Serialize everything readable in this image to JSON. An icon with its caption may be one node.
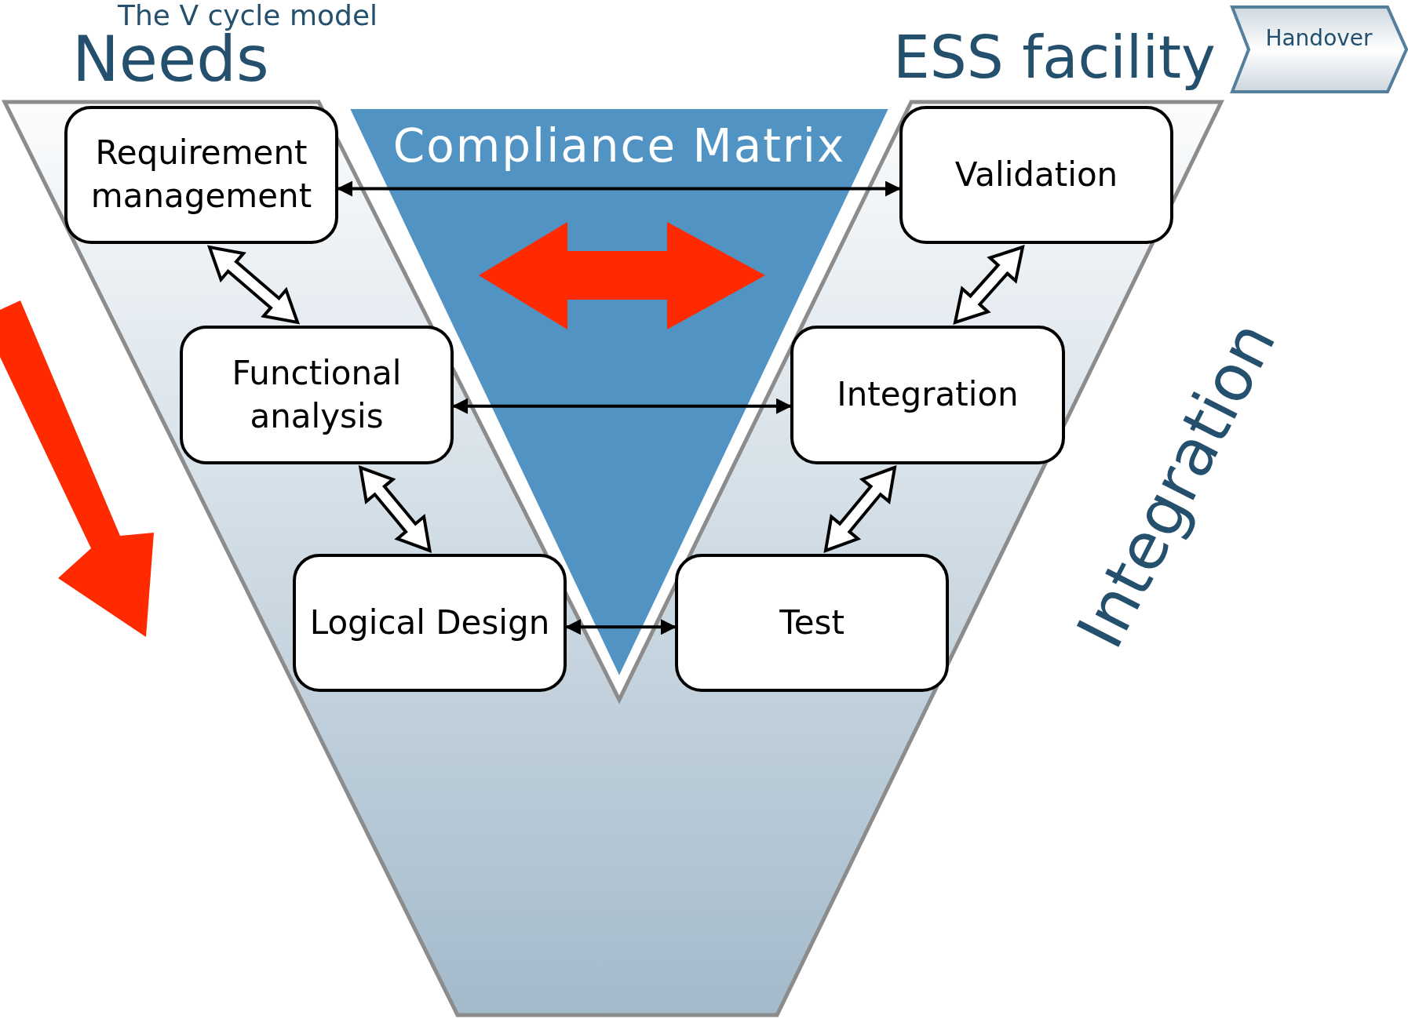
{
  "diagram": {
    "title": "The V cycle model",
    "nodes": [
      {
        "text": [
          "Requirement management"
        ]
      },
      {
        "text": [
          "Functional analysis"
        ]
      },
      {
        "text": [
          "Logical Design"
        ]
      },
      {
        "text": [
          "Validation"
        ]
      },
      {
        "text": [
          "Integration"
        ]
      },
      {
        "text": [
          "Test"
        ]
      },
      {
        "text": [
          "Handover"
        ]
      }
    ],
    "edges": [
      {
        "from": 0,
        "to": 3,
        "arrow": "both"
      },
      {
        "from": 1,
        "to": 4,
        "arrow": "both"
      },
      {
        "from": 2,
        "to": 5,
        "arrow": "both"
      },
      {
        "from": 0,
        "to": 1,
        "arrow": "both",
        "style": "thick"
      },
      {
        "from": 1,
        "to": 2,
        "arrow": "both",
        "style": "thick"
      },
      {
        "from": 3,
        "to": 4,
        "arrow": "both",
        "style": "thick"
      },
      {
        "from": 4,
        "to": 5,
        "arrow": "both",
        "style": "thick"
      }
    ],
    "labels": [
      "Needs",
      "ESS facility",
      "Compliance Matrix",
      "Integration"
    ]
  }
}
